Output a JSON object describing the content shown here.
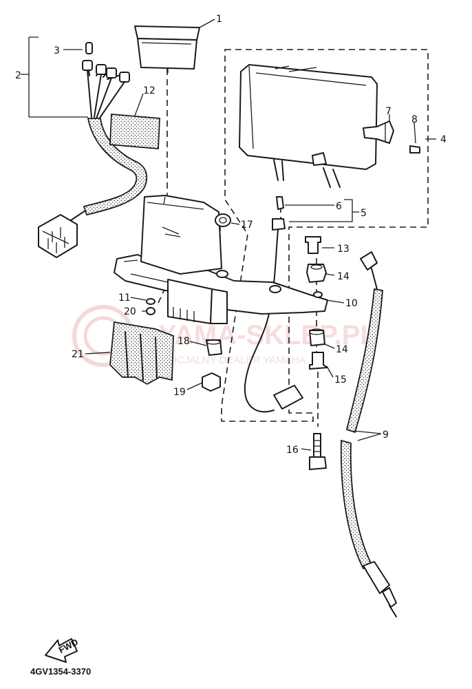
{
  "diagram": {
    "part_numbers": [
      "1",
      "2",
      "3",
      "4",
      "5",
      "6",
      "7",
      "8",
      "9",
      "10",
      "11",
      "12",
      "13",
      "14",
      "14",
      "15",
      "16",
      "17",
      "18",
      "19",
      "20",
      "21"
    ],
    "drawing_code": "4GV1354-3370",
    "direction_arrow_label": "FWD",
    "watermark": {
      "brand": "YAMA-SKLEP.PL",
      "tagline": "OFICJALNY DEALER YAMAHA"
    }
  }
}
